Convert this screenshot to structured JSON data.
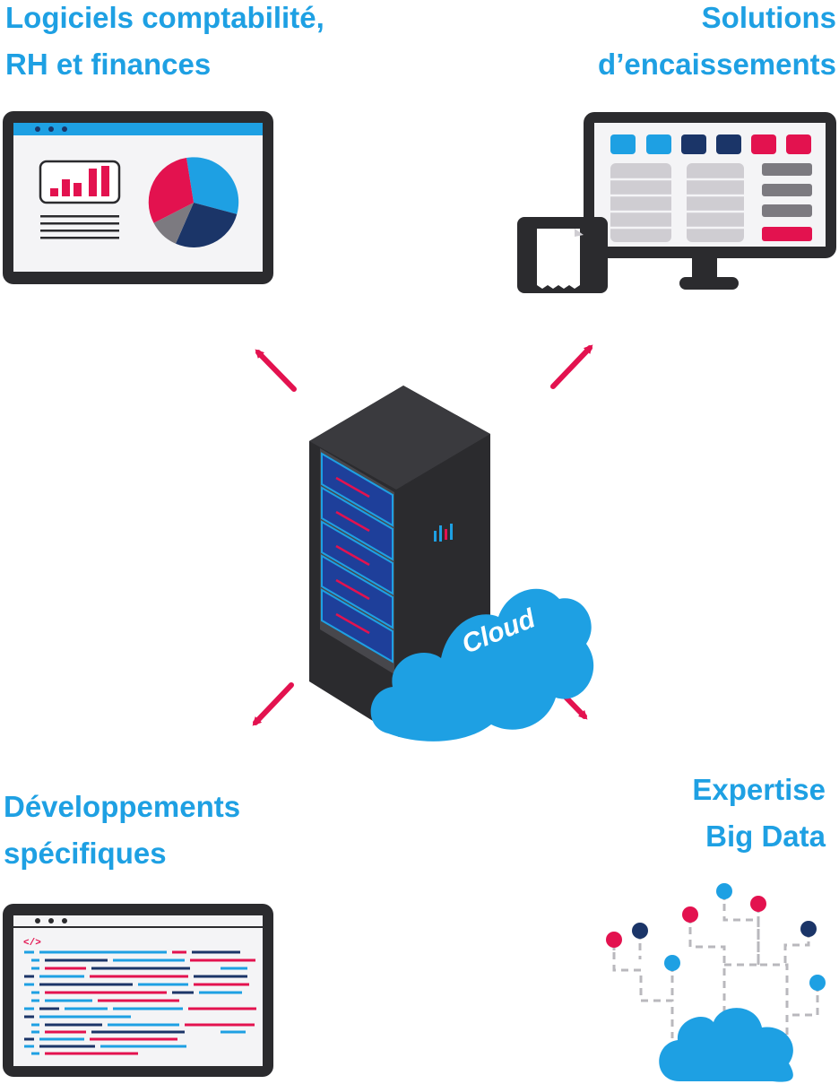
{
  "colors": {
    "blue": "#1ea0e3",
    "navy": "#1b3568",
    "red": "#e3124f",
    "dark": "#2b2b2e",
    "grey": "#7c7a80",
    "lightgrey": "#cfcdd2"
  },
  "sections": {
    "top_left": {
      "line1": "Logiciels comptabilité,",
      "line2": "RH et finances",
      "icon": "dashboard-monitor"
    },
    "top_right": {
      "line1": "Solutions",
      "line2": "d’encaissements",
      "icon": "pos-terminal"
    },
    "bottom_left": {
      "line1": "Développements",
      "line2": "spécifiques",
      "icon": "code-editor"
    },
    "bottom_right": {
      "line1": "Expertise",
      "line2": "Big Data",
      "icon": "data-network-cloud"
    }
  },
  "center": {
    "cloud_label": "Cloud",
    "icon": "server-rack"
  }
}
